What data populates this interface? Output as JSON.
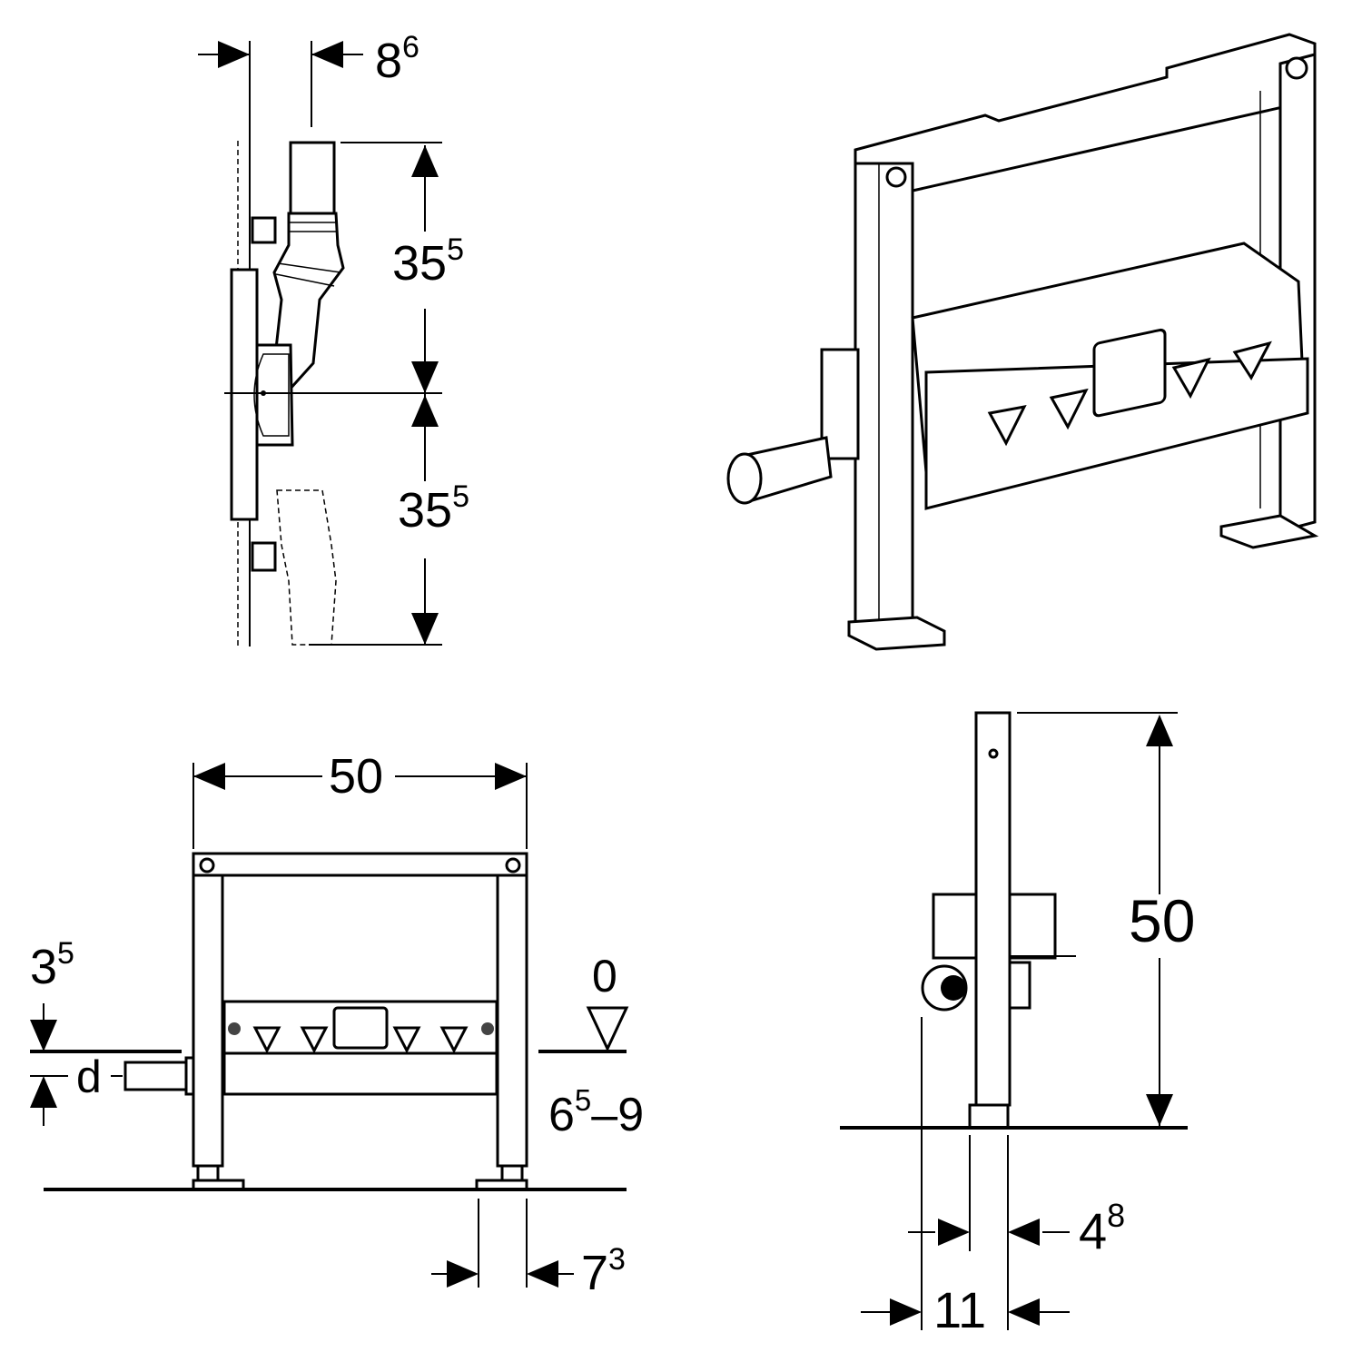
{
  "side_view_top": {
    "offset_dim": {
      "base": "8",
      "sup": "6"
    },
    "upper_height_dim": {
      "base": "35",
      "sup": "5"
    },
    "lower_height_dim": {
      "base": "35",
      "sup": "5"
    }
  },
  "front_view": {
    "width_dim": {
      "base": "50",
      "sup": ""
    },
    "top_offset_dim": {
      "base": "3",
      "sup": "5"
    },
    "diameter_label": "d",
    "level_zero_label": "0",
    "floor_height_dim": {
      "base": "6",
      "sup": "5",
      "tail": "–9"
    },
    "foot_dim": {
      "base": "7",
      "sup": "3"
    }
  },
  "side_view_bottom": {
    "height_dim": {
      "base": "50",
      "sup": ""
    },
    "column_dim": {
      "base": "4",
      "sup": "8"
    },
    "depth_dim": {
      "base": "11",
      "sup": ""
    }
  },
  "colors": {
    "ink": "#000000",
    "paper": "#ffffff"
  }
}
